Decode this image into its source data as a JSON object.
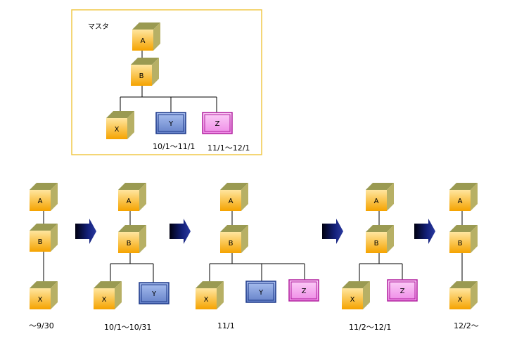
{
  "master": {
    "title": "マスタ",
    "nodes": {
      "a": "A",
      "b": "B",
      "x": "X",
      "y": "Y",
      "z": "Z"
    },
    "y_period": "10/1～11/1",
    "z_period": "11/1～12/1"
  },
  "stages": [
    {
      "label": "～9/30",
      "nodes": {
        "a": "A",
        "b": "B",
        "x": "X"
      }
    },
    {
      "label": "10/1～10/31",
      "nodes": {
        "a": "A",
        "b": "B",
        "x": "X",
        "y": "Y"
      }
    },
    {
      "label": "11/1",
      "nodes": {
        "a": "A",
        "b": "B",
        "x": "X",
        "y": "Y",
        "z": "Z"
      }
    },
    {
      "label": "11/2～12/1",
      "nodes": {
        "a": "A",
        "b": "B",
        "x": "X",
        "z": "Z"
      }
    },
    {
      "label": "12/2～",
      "nodes": {
        "a": "A",
        "b": "B",
        "x": "X"
      }
    }
  ],
  "colors": {
    "cube_top": "#9a9a52",
    "cube_side": "#b7b065",
    "cube_front_light": "#ffe6a0",
    "cube_front_dark": "#f5a300",
    "y_box_fill": "#7f9ad6",
    "y_box_border": "#1e3a8a",
    "z_box_fill": "#f4a6f0",
    "z_box_border": "#b0209e",
    "arrow_fill": "#1a2a7a",
    "master_border": "#f0c848"
  }
}
